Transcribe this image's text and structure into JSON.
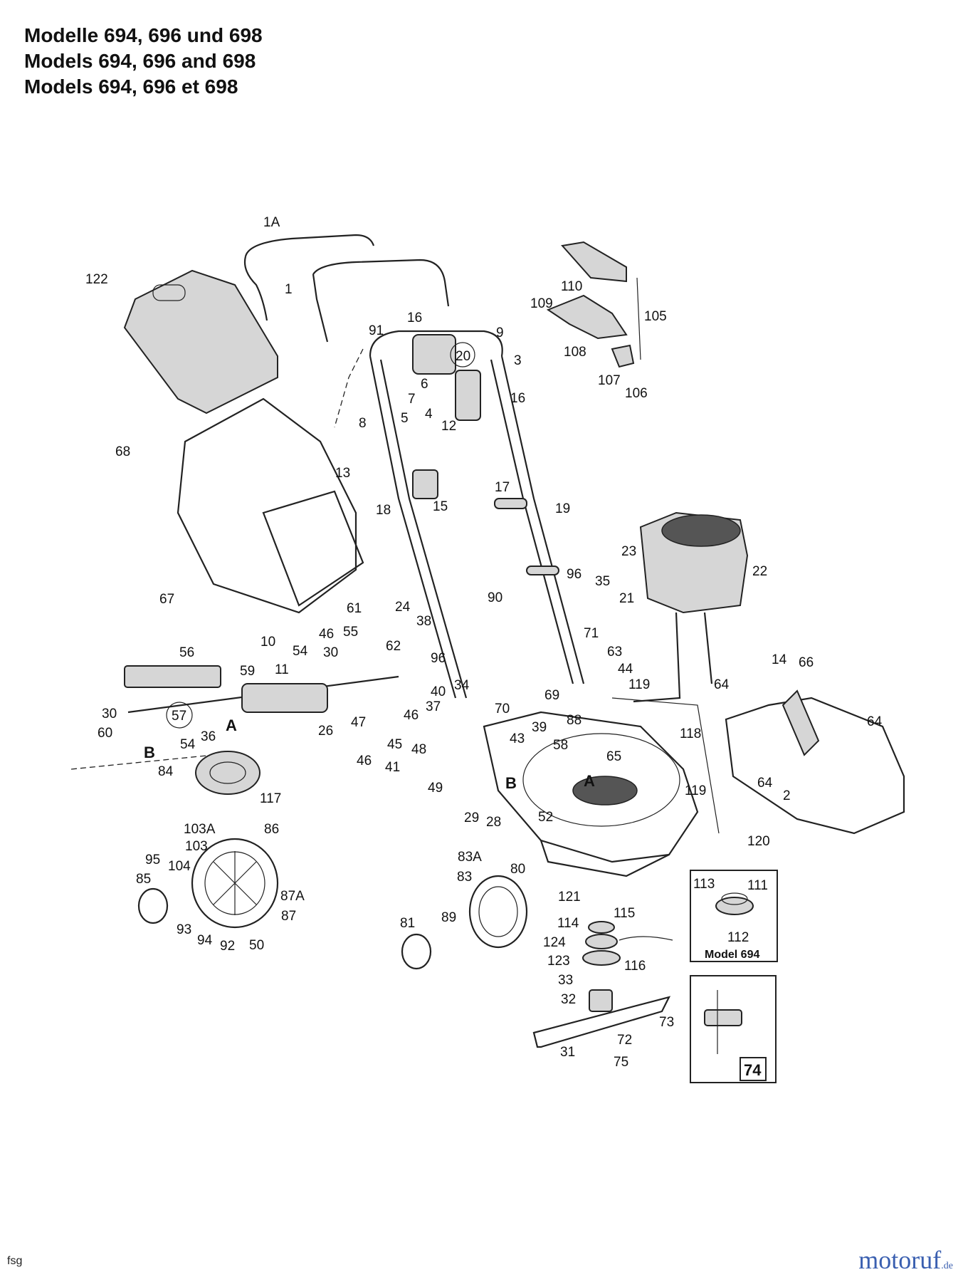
{
  "titles": [
    "Modelle 694, 696 und 698",
    "Models 694, 696 and 698",
    "Models 694, 696 et 698"
  ],
  "inset_model_label": "Model 694",
  "inset_74_label": "74",
  "footer_left": "fsg",
  "footer_brand": "motoruf",
  "footer_brand_suffix": ".de",
  "labels": {
    "1A": "1A",
    "122": "122",
    "1": "1",
    "91": "91",
    "16a": "16",
    "9": "9",
    "20": "20",
    "3": "3",
    "6": "6",
    "7": "7",
    "4": "4",
    "16b": "16",
    "12": "12",
    "8": "8",
    "5": "5",
    "13": "13",
    "18": "18",
    "15": "15",
    "17": "17",
    "19": "19",
    "68": "68",
    "67": "67",
    "110": "110",
    "109": "109",
    "105": "105",
    "108": "108",
    "107": "107",
    "106": "106",
    "23": "23",
    "22": "22",
    "21": "21",
    "96a": "96",
    "35": "35",
    "90": "90",
    "71": "71",
    "24": "24",
    "38": "38",
    "61": "61",
    "46a": "46",
    "55": "55",
    "62": "62",
    "10": "10",
    "56": "56",
    "54a": "54",
    "30a": "30",
    "59": "59",
    "11": "11",
    "96b": "96",
    "40": "40",
    "34": "34",
    "63": "63",
    "44": "44",
    "119a": "119",
    "14": "14",
    "66": "66",
    "64a": "64",
    "64b": "64",
    "64c": "64",
    "2": "2",
    "30b": "30",
    "57": "57",
    "60": "60",
    "26": "26",
    "47": "47",
    "46b": "46",
    "37": "37",
    "70": "70",
    "69": "69",
    "39": "39",
    "88": "88",
    "118": "118",
    "54b": "54",
    "36": "36",
    "A1": "A",
    "B1": "B",
    "84": "84",
    "46c": "46",
    "45": "45",
    "41": "41",
    "48": "48",
    "43": "43",
    "58": "58",
    "65": "65",
    "49": "49",
    "117": "117",
    "29": "29",
    "28": "28",
    "B2": "B",
    "A2": "A",
    "52": "52",
    "119b": "119",
    "120": "120",
    "103A": "103A",
    "86": "86",
    "103": "103",
    "95": "95",
    "104": "104",
    "85": "85",
    "87A": "87A",
    "87": "87",
    "93": "93",
    "94": "94",
    "92": "92",
    "50": "50",
    "83A": "83A",
    "83": "83",
    "80": "80",
    "121": "121",
    "113": "113",
    "111": "111",
    "112": "112",
    "81": "81",
    "89": "89",
    "114": "114",
    "115": "115",
    "124": "124",
    "123": "123",
    "116": "116",
    "33": "33",
    "32": "32",
    "73": "73",
    "72": "72",
    "31": "31",
    "75": "75"
  }
}
